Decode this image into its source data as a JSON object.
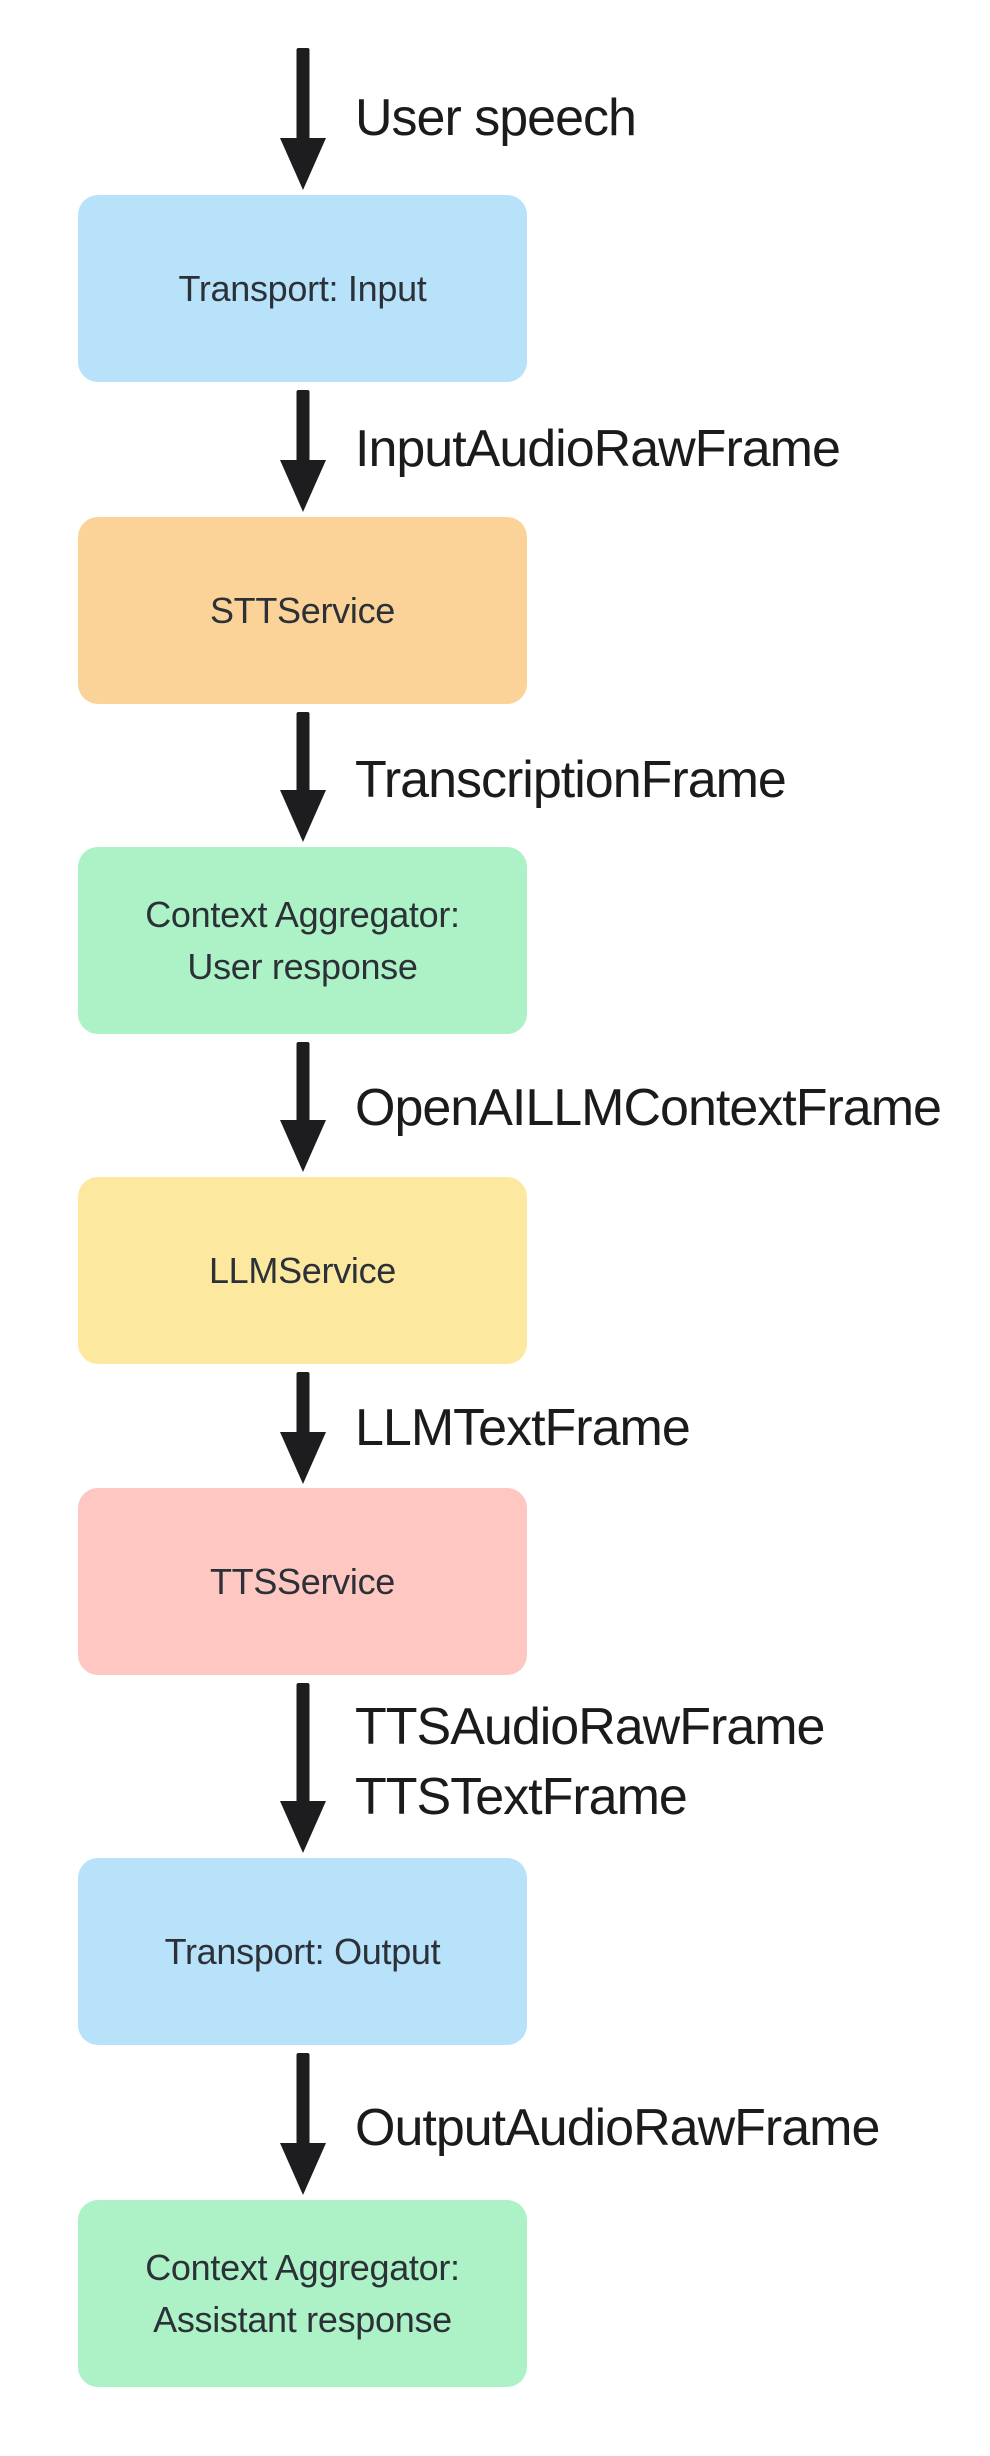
{
  "diagram": {
    "description": "Voice pipeline flowchart",
    "background_color": "#ffffff",
    "arrow_color": "#1d1d1f",
    "edge_label_color": "#1b1b1d",
    "node_text_color": "#2b3137",
    "nodes": [
      {
        "id": "transport-input",
        "label": "Transport: Input",
        "color": "#b8e1fa"
      },
      {
        "id": "stt-service",
        "label": "STTService",
        "color": "#fbd399"
      },
      {
        "id": "context-aggregator-user",
        "label": "Context Aggregator:",
        "label2": "User response",
        "color": "#acf2c6"
      },
      {
        "id": "llm-service",
        "label": "LLMService",
        "color": "#fde8a0"
      },
      {
        "id": "tts-service",
        "label": "TTSService",
        "color": "#fec7c2"
      },
      {
        "id": "transport-output",
        "label": "Transport: Output",
        "color": "#b8e1fa"
      },
      {
        "id": "context-aggregator-assistant",
        "label": "Context Aggregator:",
        "label2": "Assistant response",
        "color": "#acf2c6"
      }
    ],
    "edges": [
      {
        "id": "user-speech",
        "label": "User speech"
      },
      {
        "id": "input-audio-raw",
        "label": "InputAudioRawFrame"
      },
      {
        "id": "transcription",
        "label": "TranscriptionFrame"
      },
      {
        "id": "openai-llm-context",
        "label": "OpenAILLMContextFrame"
      },
      {
        "id": "llm-text",
        "label": "LLMTextFrame"
      },
      {
        "id": "tts-audio-raw",
        "label": "TTSAudioRawFrame",
        "label2": "TTSTextFrame"
      },
      {
        "id": "output-audio-raw",
        "label": "OutputAudioRawFrame"
      }
    ]
  }
}
